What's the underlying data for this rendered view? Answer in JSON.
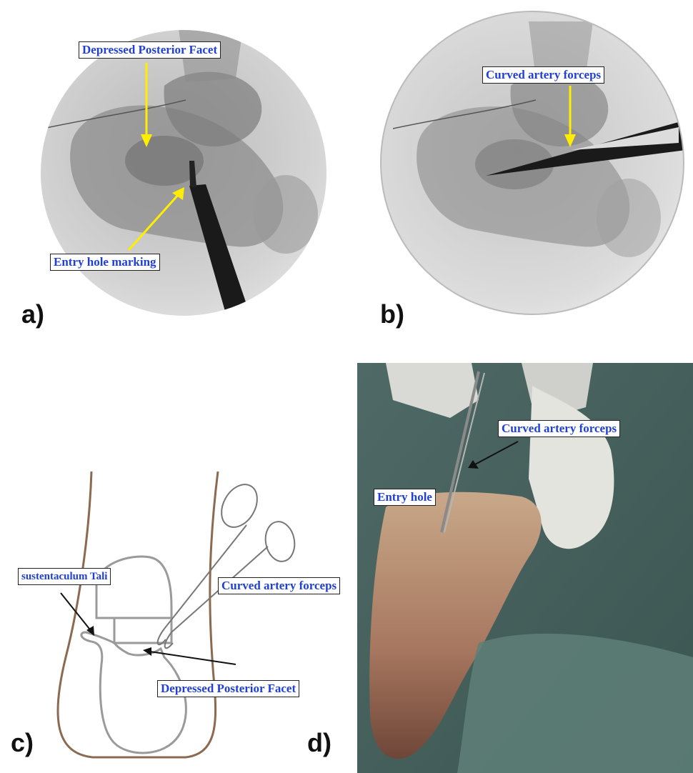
{
  "panels": {
    "a": {
      "letter": "a)",
      "labels": {
        "posterior_facet": "Depressed Posterior Facet",
        "entry_hole_marking": "Entry hole marking"
      }
    },
    "b": {
      "letter": "b)",
      "labels": {
        "curved_forceps": "Curved artery forceps"
      }
    },
    "c": {
      "letter": "c)",
      "labels": {
        "sustentaculum": "sustentaculum Tali",
        "curved_forceps": "Curved artery forceps",
        "posterior_facet": "Depressed Posterior Facet"
      }
    },
    "d": {
      "letter": "d)",
      "labels": {
        "curved_forceps": "Curved artery forceps",
        "entry_hole": "Entry hole"
      }
    }
  },
  "colors": {
    "label_text": "#1f3fd8",
    "yellow_arrow": "#ffee00",
    "diagram_outline": "#9a9a9a",
    "leg_outline": "#8b6a50"
  }
}
